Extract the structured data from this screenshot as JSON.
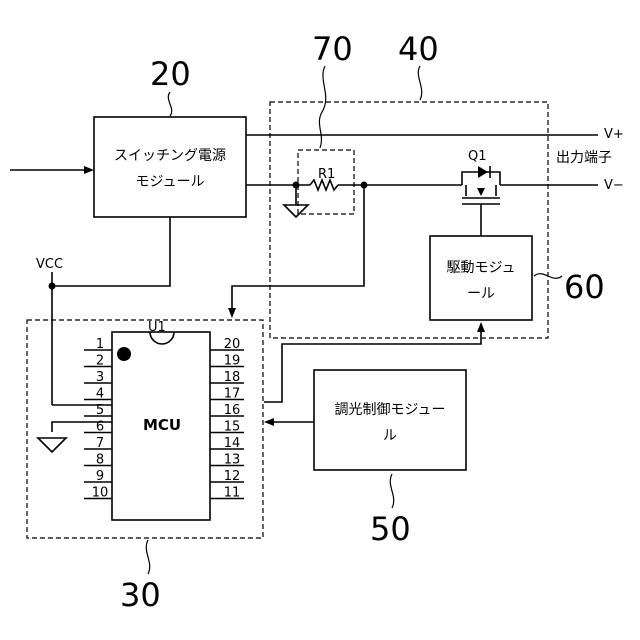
{
  "modules": {
    "power_supply": {
      "line1": "スイッチング電源",
      "line2": "モジュール"
    },
    "drive": {
      "line1": "駆動モジュ",
      "line2": "ール"
    },
    "dimming": {
      "line1": "調光制御モジュー",
      "line2": "ル"
    },
    "mcu": {
      "label": "MCU",
      "chip": "U1"
    }
  },
  "refs": {
    "r20": "20",
    "r30": "30",
    "r40": "40",
    "r50": "50",
    "r60": "60",
    "r70": "70"
  },
  "components": {
    "resistor": "R1",
    "transistor": "Q1"
  },
  "terminals": {
    "vplus": "V+",
    "vminus": "V−",
    "output": "出力端子",
    "vcc": "VCC"
  },
  "pins_left": [
    "1",
    "2",
    "3",
    "4",
    "5",
    "6",
    "7",
    "8",
    "9",
    "10"
  ],
  "pins_right": [
    "20",
    "19",
    "18",
    "17",
    "16",
    "15",
    "14",
    "13",
    "12",
    "11"
  ]
}
